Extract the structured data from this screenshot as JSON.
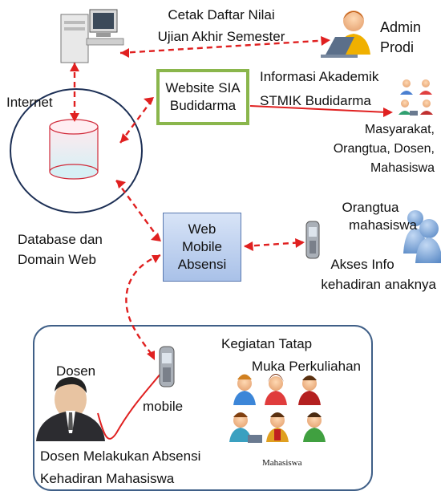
{
  "labels": {
    "print_grades_line1": "Cetak Daftar Nilai",
    "print_grades_line2": "Ujian Akhir Semester",
    "admin_line1": "Admin",
    "admin_line2": "Prodi",
    "internet": "Internet",
    "sia_line1": "Website SIA",
    "sia_line2": "Budidarma",
    "info_line1": "Informasi Akademik",
    "info_line2": "STMIK Budidarma",
    "audience_line1": "Masyarakat,",
    "audience_line2": "Orangtua, Dosen,",
    "audience_line3": "Mahasiswa",
    "database_line1": "Database dan",
    "database_line2": "Domain Web",
    "web_mobile_line1": "Web",
    "web_mobile_line2": "Mobile",
    "web_mobile_line3": "Absensi",
    "parents_line1": "Orangtua",
    "parents_line2": "mahasiswa",
    "access_line1": "Akses Info",
    "access_line2": "kehadiran anaknya",
    "class_line1": "Kegiatan Tatap",
    "class_line2": "Muka Perkuliahan",
    "lecturer": "Dosen",
    "mobile": "mobile",
    "attendance_line1": "Dosen Melakukan Absensi",
    "attendance_line2": "Kehadiran Mahasiswa",
    "students": "Mahasiswa"
  },
  "colors": {
    "connector": "#e02020",
    "sia_border": "#8ab64c",
    "web_mobile_fill": "#b8cdee",
    "group_border": "#3f5f87"
  }
}
